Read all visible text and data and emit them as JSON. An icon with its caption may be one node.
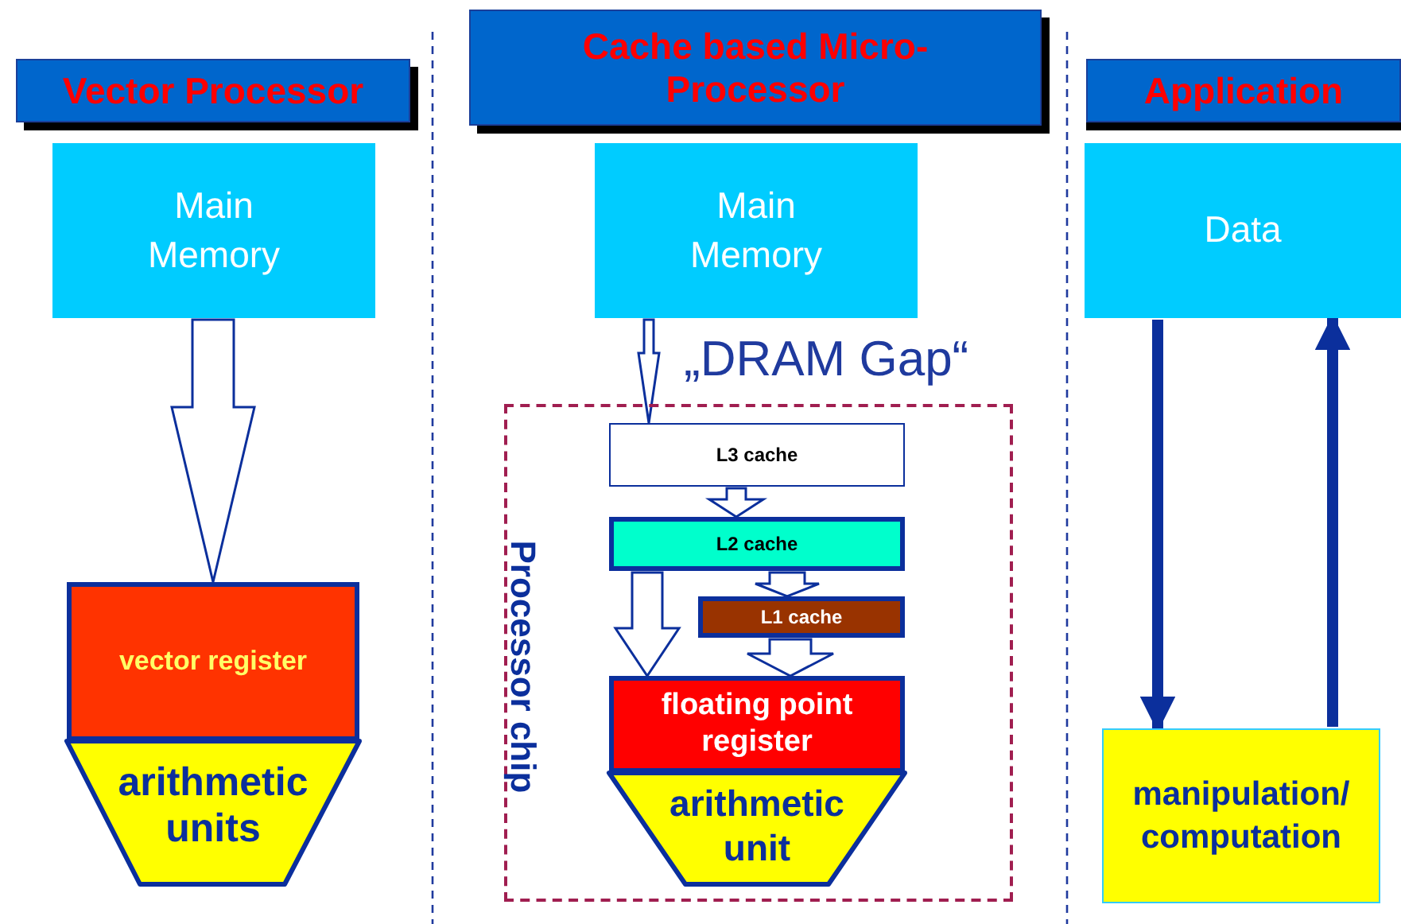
{
  "diagram": {
    "nodes": [
      {
        "text": [
          "Vector Processor"
        ]
      },
      {
        "text": [
          "Main Memory"
        ]
      },
      {
        "text": [
          "vector register"
        ]
      },
      {
        "text": [
          "arithmetic units"
        ]
      },
      {
        "text": [
          "Cache based Micro-Processor"
        ]
      },
      {
        "text": [
          "Main Memory"
        ]
      },
      {
        "text": [
          "Processor chip"
        ]
      },
      {
        "text": [
          "L3 cache"
        ],
        "in": 6
      },
      {
        "text": [
          "L2 cache"
        ],
        "in": 6
      },
      {
        "text": [
          "L1 cache"
        ],
        "in": 6
      },
      {
        "text": [
          "floating point register"
        ],
        "in": 6
      },
      {
        "text": [
          "arithmetic unit"
        ],
        "in": 6
      },
      {
        "text": [
          "Application"
        ]
      },
      {
        "text": [
          "Data"
        ]
      },
      {
        "text": [
          "manipulation/ computation"
        ]
      }
    ],
    "edges": [
      {
        "from": 1,
        "to": 2,
        "arrow": "to",
        "style": "thick"
      },
      {
        "from": 5,
        "to": 7,
        "arrow": "to",
        "style": "thick"
      },
      {
        "from": 7,
        "to": 8,
        "arrow": "to",
        "style": "thick"
      },
      {
        "from": 8,
        "to": 9,
        "arrow": "to",
        "style": "thick"
      },
      {
        "from": 8,
        "to": 10,
        "arrow": "to",
        "style": "thick"
      },
      {
        "from": 9,
        "to": 10,
        "arrow": "to",
        "style": "thick"
      },
      {
        "from": 13,
        "to": 14,
        "arrow": "to"
      },
      {
        "from": 14,
        "to": 13,
        "arrow": "to"
      }
    ],
    "labels": [
      "„DRAM Gap“"
    ]
  }
}
